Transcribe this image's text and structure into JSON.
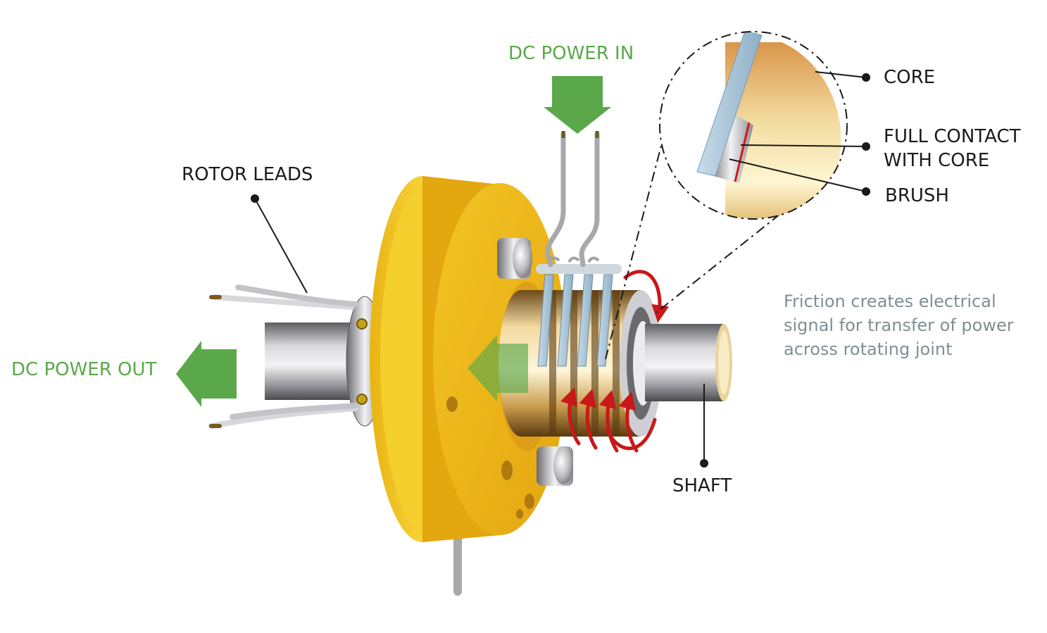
{
  "labels": {
    "dc_power_in": "DC POWER IN",
    "dc_power_out": "DC POWER OUT",
    "rotor_leads": "ROTOR LEADS",
    "core": "CORE",
    "full_contact_line1": "FULL CONTACT",
    "full_contact_line2": "WITH CORE",
    "brush": "BRUSH",
    "shaft": "SHAFT"
  },
  "note": {
    "line1": "Friction creates electrical",
    "line2": "signal for transfer of power",
    "line3": "across rotating joint"
  },
  "colors": {
    "power_arrow": "#5aa84a",
    "flange": "#f2c21b",
    "rotation_arrow": "#c81818",
    "shaft": "#b8b8bc",
    "brush": "#a9c4d8",
    "core": "#e8b26a",
    "note_text": "#7f8f92"
  }
}
